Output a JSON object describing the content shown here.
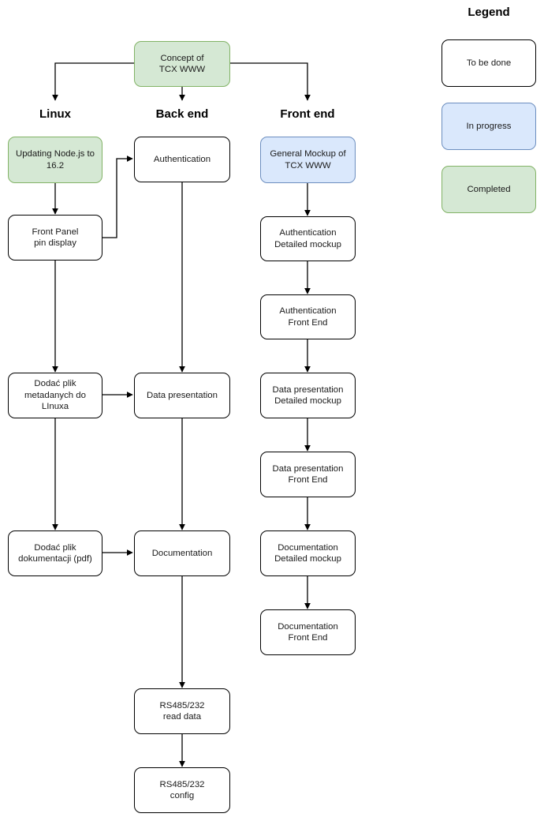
{
  "diagram": {
    "title_root": "Concept of\nTCX WWW",
    "columns": [
      {
        "id": "linux",
        "label": "Linux"
      },
      {
        "id": "backend",
        "label": "Back end"
      },
      {
        "id": "frontend",
        "label": "Front end"
      }
    ]
  },
  "colors": {
    "completed_fill": "#d5e8d4",
    "completed_stroke": "#82b366",
    "in_progress_fill": "#dae8fc",
    "in_progress_stroke": "#6c8ebf",
    "todo_fill": "#ffffff",
    "todo_stroke": "#000000",
    "edge": "#000000"
  },
  "nodes": {
    "root": {
      "label": "Concept of\nTCX WWW",
      "status": "Completed"
    },
    "linux": [
      {
        "label": "Updating Node.js to\n16.2",
        "status": "Completed"
      },
      {
        "label": "Front Panel\npin display",
        "status": "To be done"
      },
      {
        "label": "Dodać plik\nmetadanych do\nLInuxa",
        "status": "To be done"
      },
      {
        "label": "Dodać plik\ndokumentacji (pdf)",
        "status": "To be done"
      }
    ],
    "backend": [
      {
        "label": "Authentication",
        "status": "To be done"
      },
      {
        "label": "Data presentation",
        "status": "To be done"
      },
      {
        "label": "Documentation",
        "status": "To be done"
      },
      {
        "label": "RS485/232\nread data",
        "status": "To be done"
      },
      {
        "label": "RS485/232\nconfig",
        "status": "To be done"
      }
    ],
    "frontend": [
      {
        "label": "General Mockup of\nTCX WWW",
        "status": "In progress"
      },
      {
        "label": "Authentication\nDetailed mockup",
        "status": "To be done"
      },
      {
        "label": "Authentication\nFront End",
        "status": "To be done"
      },
      {
        "label": "Data presentation\nDetailed mockup",
        "status": "To be done"
      },
      {
        "label": "Data presentation\nFront End",
        "status": "To be done"
      },
      {
        "label": "Documentation\nDetailed mockup",
        "status": "To be done"
      },
      {
        "label": "Documentation\nFront End",
        "status": "To be done"
      }
    ]
  },
  "legend": {
    "title": "Legend",
    "items": [
      {
        "label": "To be done",
        "style": "todo"
      },
      {
        "label": "In progress",
        "style": "blue"
      },
      {
        "label": "Completed",
        "style": "green"
      }
    ]
  }
}
